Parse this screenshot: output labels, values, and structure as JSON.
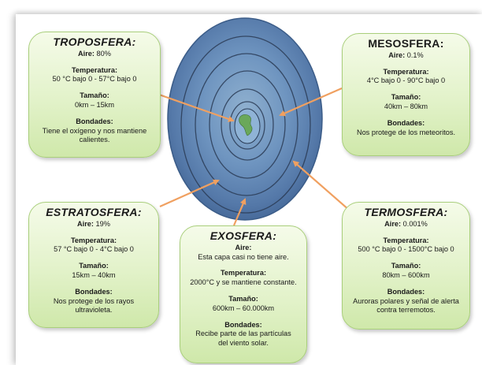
{
  "layers": {
    "troposfera": {
      "title": "TROPOSFERA",
      "aire_label": "Aire:",
      "aire_value": "80%",
      "temp_label": "Temperatura:",
      "temp_value": "50 °C bajo 0 - 57°C bajo 0",
      "size_label": "Tamaño:",
      "size_value": "0km – 15km",
      "bond_label": "Bondades:",
      "bond_value": "Tiene el oxígeno y nos mantiene calientes."
    },
    "mesosfera": {
      "title": "MESOSFERA",
      "aire_label": "Aire:",
      "aire_value": "0.1%",
      "temp_label": "Temperatura:",
      "temp_value": "4°C bajo 0 - 90°C bajo 0",
      "size_label": "Tamaño:",
      "size_value": "40km – 80km",
      "bond_label": "Bondades:",
      "bond_value": "Nos protege de los meteoritos."
    },
    "estratosfera": {
      "title": "ESTRATOSFERA",
      "aire_label": "Aire:",
      "aire_value": "19%",
      "temp_label": "Temperatura:",
      "temp_value": "57 °C bajo 0 - 4°C bajo 0",
      "size_label": "Tamaño:",
      "size_value": "15km – 40km",
      "bond_label": "Bondades:",
      "bond_value": "Nos protege de los rayos ultravioleta."
    },
    "exosfera": {
      "title": "EXOSFERA",
      "aire_label": "Aire:",
      "aire_value": "Esta capa casi no tiene aire.",
      "temp_label": "Temperatura:",
      "temp_value": "2000°C y se mantiene constante.",
      "size_label": "Tamaño:",
      "size_value": "600km – 60.000km",
      "bond_label": "Bondades:",
      "bond_value": "Recibe parte de las partículas del viento solar."
    },
    "termosfera": {
      "title": "TERMOSFERA",
      "aire_label": "Aire:",
      "aire_value": "0.001%",
      "temp_label": "Temperatura:",
      "temp_value": "500 °C bajo 0 - 1500°C bajo 0",
      "size_label": "Tamaño:",
      "size_value": "80km – 600km",
      "bond_label": "Bondades:",
      "bond_value": "Auroras polares y señal de alerta contra terremotos."
    }
  },
  "colors": {
    "card_border": "#a9cf7b",
    "card_fill_top": "#f5fbe9",
    "card_fill_bottom": "#cfe8aa",
    "arrow": "#f0a060",
    "globe_blue": "#5b86b8",
    "continent_green": "#6aa85a"
  }
}
